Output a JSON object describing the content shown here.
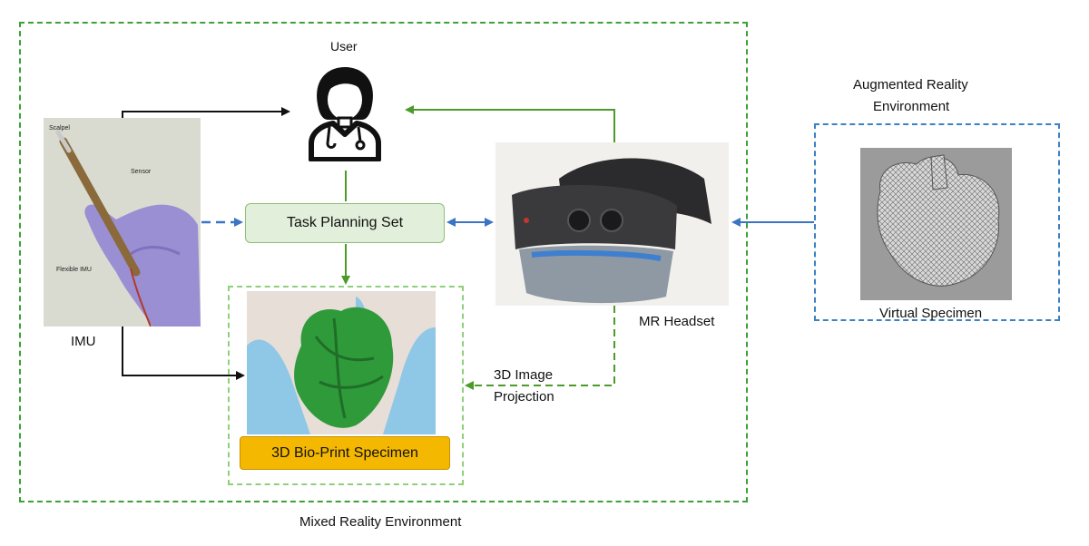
{
  "diagram": {
    "user_label": "User",
    "imu_label": "IMU",
    "imu_photo_labels": {
      "scalpel": "Scalpel",
      "sensor": "Sensor",
      "flexible_imu": "Flexible IMU"
    },
    "task_planning": "Task Planning Set",
    "mr_headset_label": "MR Headset",
    "specimen_label": "3D Bio-Print Specimen",
    "projection_label_line1": "3D Image",
    "projection_label_line2": "Projection",
    "ar_env_line1": "Augmented Reality",
    "ar_env_line2": "Environment",
    "virtual_specimen_label": "Virtual Specimen",
    "mr_env_label": "Mixed Reality Environment"
  },
  "colors": {
    "black_arrow": "#111111",
    "green_arrow": "#4c9a2a",
    "blue_arrow": "#3b74c4",
    "specimen_fill": "#f5b800",
    "task_fill": "#e2efda"
  },
  "icons": {
    "user": "doctor-user-icon"
  }
}
